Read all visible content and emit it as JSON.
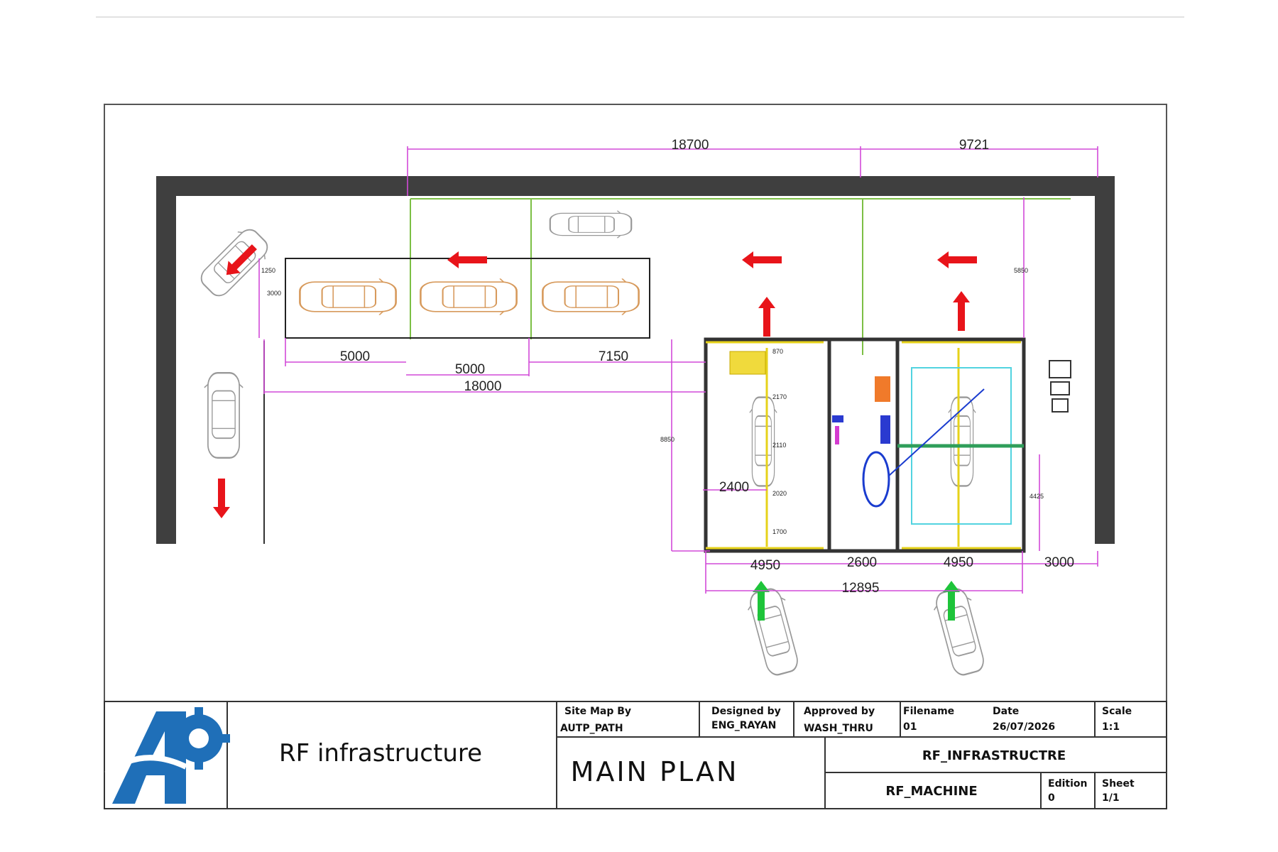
{
  "colors": {
    "wall": "#3f3f3f",
    "dimension": "#d24ad8",
    "arrow_red": "#e8141a",
    "arrow_green": "#1ec43a",
    "parked_car": "#d79a5c",
    "bay_line": "#e6d21a",
    "guide_line": "#7cbf45",
    "cyan_frame": "#52d3e0",
    "blue_equipment": "#1a3ccf"
  },
  "dimensions": {
    "top_left": "18700",
    "top_right": "9721",
    "bay1": "5000",
    "bay2": "5000",
    "bay3": "7150",
    "total_left": "18000",
    "lane_width": "2400",
    "wash1": "4950",
    "mid": "2600",
    "wash2": "4950",
    "exit": "3000",
    "wash_total": "12895",
    "small_1250": "1250",
    "small_3000": "3000",
    "small_5850": "5850",
    "small_8850": "8850",
    "small_4425": "4425",
    "small_870": "870",
    "small_2170": "2170",
    "small_2110": "2110",
    "small_2020": "2020",
    "small_1700": "1700"
  },
  "title_block": {
    "company": "RF infrastructure",
    "plan_title": "MAIN PLAN",
    "site_map_label": "Site Map By",
    "site_map_value": "AUTP_PATH",
    "designed_label": "Designed by",
    "designed_value": "ENG_RAYAN",
    "approved_label": "Approved by",
    "approved_value": "WASH_THRU",
    "filename_label": "Filename",
    "filename_value": "01",
    "date_label": "Date",
    "date_value": "26/07/2026",
    "scale_label": "Scale",
    "scale_value": "1:1",
    "project": "RF_INFRASTRUCTRE",
    "machine": "RF_MACHINE",
    "edition_label": "Edition",
    "edition_value": "0",
    "sheet_label": "Sheet",
    "sheet_value": "1/1",
    "logo_icon": "ap-gear-logo-icon"
  }
}
